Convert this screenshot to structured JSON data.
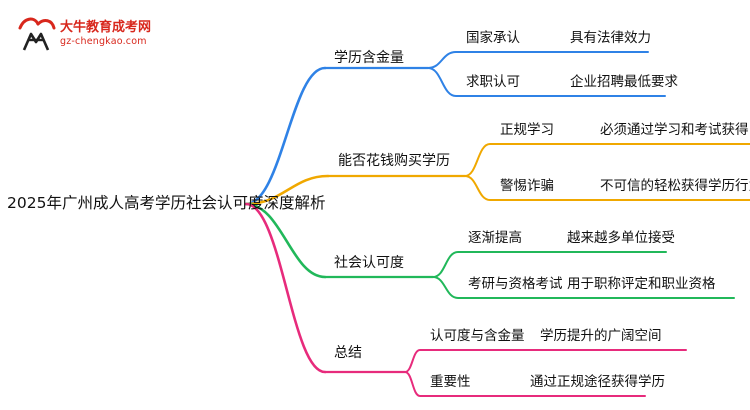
{
  "logo": {
    "icon": "bull-horn-logo-icon",
    "title": "大牛教育成考网",
    "url": "gz-chengkao.com"
  },
  "mindmap": {
    "root": "2025年广州成人高考学历社会认可度深度解析",
    "colors": {
      "blue": "#2f82e6",
      "orange": "#f0a800",
      "green": "#21b85a",
      "pink": "#e72b7c"
    },
    "branches": [
      {
        "label": "学历含金量",
        "color": "#2f82e6",
        "children": [
          {
            "label": "国家承认",
            "detail": "具有法律效力"
          },
          {
            "label": "求职认可",
            "detail": "企业招聘最低要求"
          }
        ]
      },
      {
        "label": "能否花钱购买学历",
        "color": "#f0a800",
        "children": [
          {
            "label": "正规学习",
            "detail": "必须通过学习和考试获得"
          },
          {
            "label": "警惕诈骗",
            "detail": "不可信的轻松获得学历行为"
          }
        ]
      },
      {
        "label": "社会认可度",
        "color": "#21b85a",
        "children": [
          {
            "label": "逐渐提高",
            "detail": "越来越多单位接受"
          },
          {
            "label": "考研与资格考试",
            "detail": "用于职称评定和职业资格"
          }
        ]
      },
      {
        "label": "总结",
        "color": "#e72b7c",
        "children": [
          {
            "label": "认可度与含金量",
            "detail": "学历提升的广阔空间"
          },
          {
            "label": "重要性",
            "detail": "通过正规途径获得学历"
          }
        ]
      }
    ]
  }
}
